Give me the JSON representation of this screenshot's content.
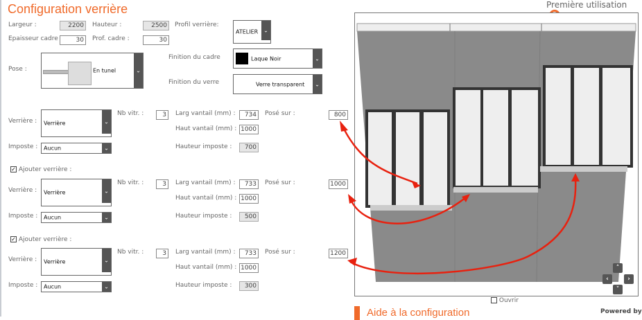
{
  "title": "Configuration verrière",
  "help_link": "Première utilisation",
  "help_icon": "?",
  "dims": {
    "largeur_label": "Largeur :",
    "largeur": "2200",
    "hauteur_label": "Hauteur :",
    "hauteur": "2500",
    "epaisseur_label": "Epaisseur cadre :",
    "epaisseur": "30",
    "prof_label": "Prof. cadre :",
    "prof": "30"
  },
  "profil": {
    "label": "Profil verrière:",
    "value": "ATELIER"
  },
  "pose": {
    "label": "Pose :",
    "value": "En tunel"
  },
  "finition_cadre": {
    "label": "Finition du cadre",
    "value": "Laque Noir",
    "swatch": "#000000"
  },
  "finition_verre": {
    "label": "Finition du verre",
    "value": "Verre transparent"
  },
  "verrieres": [
    {
      "verriere_label": "Verrière :",
      "verriere": "Verrière",
      "imposte_label": "Imposte :",
      "imposte": "Aucun",
      "nb_label": "Nb vitr. :",
      "nb": "3",
      "larg_label": "Larg vantail (mm) :",
      "larg": "734",
      "haut_label": "Haut vantail (mm) :",
      "haut": "1000",
      "himp_label": "Hauteur imposte :",
      "himp": "700",
      "pose_label": "Posé sur :",
      "pose": "800"
    },
    {
      "verriere_label": "Verrière :",
      "verriere": "Verrière",
      "imposte_label": "Imposte :",
      "imposte": "Aucun",
      "nb_label": "Nb vitr. :",
      "nb": "3",
      "larg_label": "Larg vantail (mm) :",
      "larg": "733",
      "haut_label": "Haut vantail (mm) :",
      "haut": "1000",
      "himp_label": "Hauteur imposte :",
      "himp": "500",
      "pose_label": "Posé sur :",
      "pose": "1000"
    },
    {
      "verriere_label": "Verrière :",
      "verriere": "Verrière",
      "imposte_label": "Imposte :",
      "imposte": "Aucun",
      "nb_label": "Nb vitr. :",
      "nb": "3",
      "larg_label": "Larg vantail (mm) :",
      "larg": "733",
      "haut_label": "Haut vantail (mm) :",
      "haut": "1000",
      "himp_label": "Hauteur imposte :",
      "himp": "300",
      "pose_label": "Posé sur :",
      "pose": "1200"
    }
  ],
  "ajouter_label": "Ajouter verrière :",
  "ouvrir_label": "Ouvrir",
  "aide_title": "Aide à la configuration",
  "powered_by": "Powered by",
  "colors": {
    "accent": "#f06a2a",
    "wall": "#8a8a8a",
    "arrow": "#e8210f"
  }
}
